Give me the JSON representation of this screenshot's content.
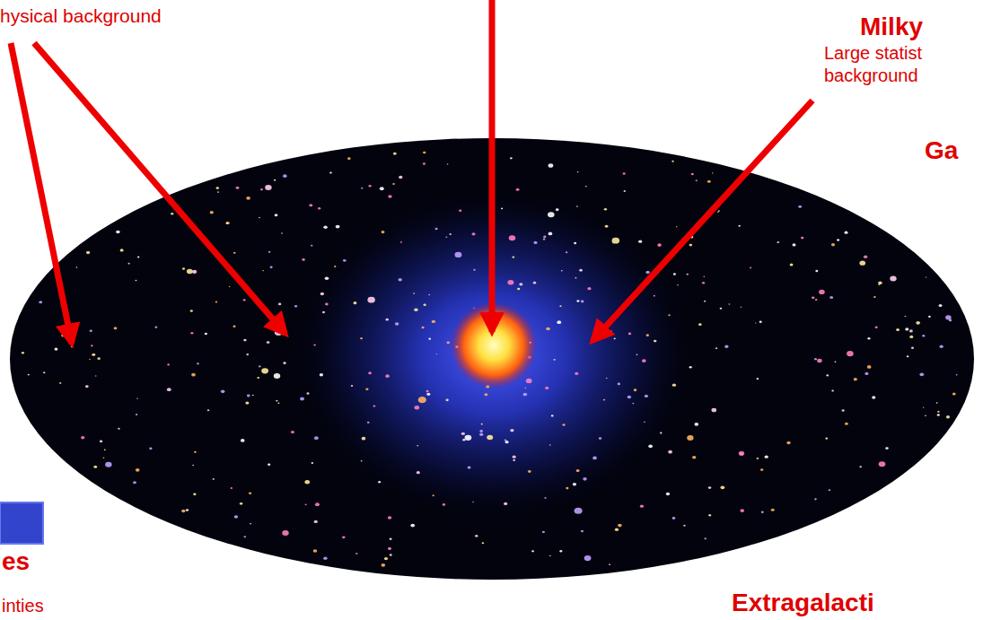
{
  "diagram": {
    "labels": [
      "hysical background",
      "Milky",
      "Large statist",
      "background",
      "Ga",
      "es",
      "inties",
      "Extragalacti"
    ]
  }
}
